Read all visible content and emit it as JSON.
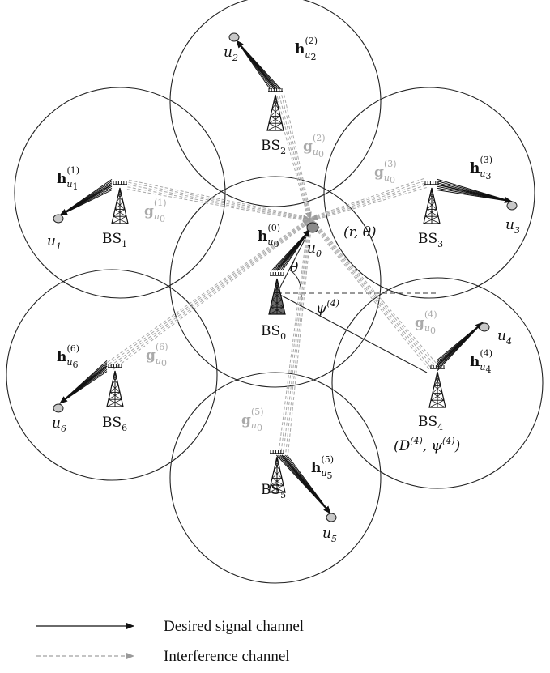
{
  "colors": {
    "desired": "#111111",
    "interference": "#a8a8a8",
    "interference_label": "#aaaaaa",
    "serving_bs": "#6b6b6b"
  },
  "base_stations": [
    {
      "label": "BS",
      "index": "0"
    },
    {
      "label": "BS",
      "index": "1"
    },
    {
      "label": "BS",
      "index": "2"
    },
    {
      "label": "BS",
      "index": "3"
    },
    {
      "label": "BS",
      "index": "4"
    },
    {
      "label": "BS",
      "index": "5"
    },
    {
      "label": "BS",
      "index": "6"
    }
  ],
  "users": [
    {
      "label": "u",
      "index": "0"
    },
    {
      "label": "u",
      "index": "1"
    },
    {
      "label": "u",
      "index": "2"
    },
    {
      "label": "u",
      "index": "3"
    },
    {
      "label": "u",
      "index": "4"
    },
    {
      "label": "u",
      "index": "5"
    },
    {
      "label": "u",
      "index": "6"
    }
  ],
  "desired_channels": [
    {
      "sym": "h",
      "sub": "u",
      "subsub": "0",
      "sup": "(0)"
    },
    {
      "sym": "h",
      "sub": "u",
      "subsub": "1",
      "sup": "(1)"
    },
    {
      "sym": "h",
      "sub": "u",
      "subsub": "2",
      "sup": "(2)"
    },
    {
      "sym": "h",
      "sub": "u",
      "subsub": "3",
      "sup": "(3)"
    },
    {
      "sym": "h",
      "sub": "u",
      "subsub": "4",
      "sup": "(4)"
    },
    {
      "sym": "h",
      "sub": "u",
      "subsub": "5",
      "sup": "(5)"
    },
    {
      "sym": "h",
      "sub": "u",
      "subsub": "6",
      "sup": "(6)"
    }
  ],
  "interference_channels": [
    {
      "sym": "g",
      "sub": "u",
      "subsub": "0",
      "sup": "(1)"
    },
    {
      "sym": "g",
      "sub": "u",
      "subsub": "0",
      "sup": "(2)"
    },
    {
      "sym": "g",
      "sub": "u",
      "subsub": "0",
      "sup": "(3)"
    },
    {
      "sym": "g",
      "sub": "u",
      "subsub": "0",
      "sup": "(4)"
    },
    {
      "sym": "g",
      "sub": "u",
      "subsub": "0",
      "sup": "(5)"
    },
    {
      "sym": "g",
      "sub": "u",
      "subsub": "0",
      "sup": "(6)"
    }
  ],
  "annotations": {
    "user_coord": "(r, θ)",
    "theta": "θ",
    "psi": "ψ",
    "psi_sup": "(4)",
    "bs4_coord_prefix": "(D",
    "bs4_coord_mid": ", ψ",
    "bs4_coord_sup": "(4)",
    "bs4_coord_suffix": ")"
  },
  "legend": {
    "desired_label": "Desired signal channel",
    "interference_label": "Interference channel"
  }
}
